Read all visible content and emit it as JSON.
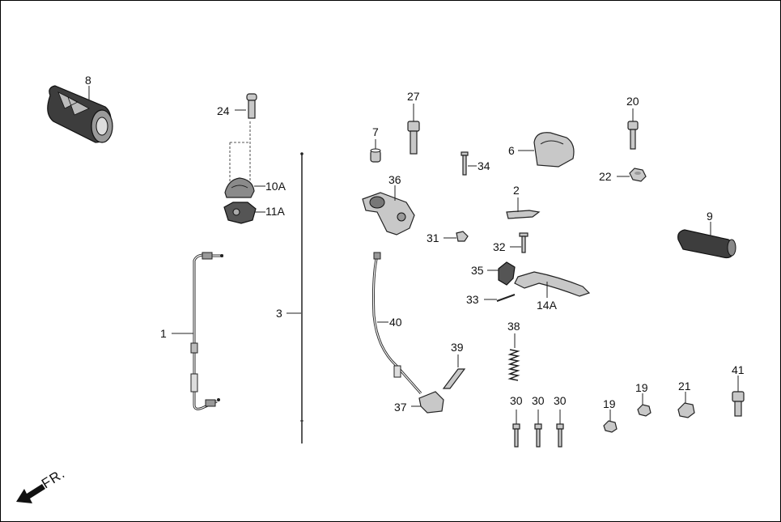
{
  "direction_label": "FR.",
  "part_labels": {
    "p8": "8",
    "p24": "24",
    "p10a": "10A",
    "p11a": "11A",
    "p1": "1",
    "p3": "3",
    "p27": "27",
    "p7": "7",
    "p36": "36",
    "p34": "34",
    "p6": "6",
    "p20": "20",
    "p22": "22",
    "p2": "2",
    "p9": "9",
    "p31": "31",
    "p32": "32",
    "p35": "35",
    "p14a": "14A",
    "p33": "33",
    "p40": "40",
    "p38": "38",
    "p39": "39",
    "p37": "37",
    "p30a": "30",
    "p30b": "30",
    "p30c": "30",
    "p19a": "19",
    "p19b": "19",
    "p21": "21",
    "p41": "41"
  }
}
